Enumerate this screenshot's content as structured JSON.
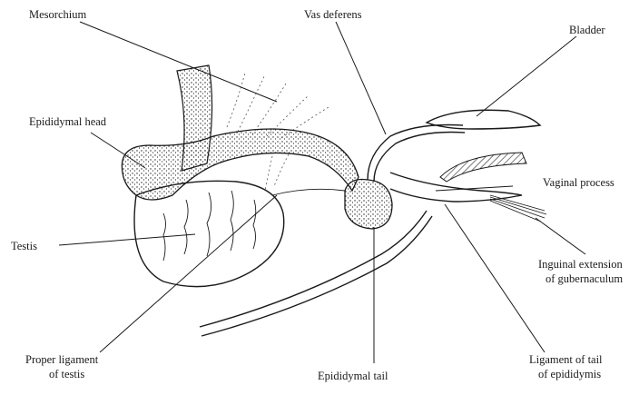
{
  "labels": {
    "mesorchium": "Mesorchium",
    "vas_deferens": "Vas deferens",
    "bladder": "Bladder",
    "epididymal_head": "Epididymal head",
    "vaginal_process": "Vaginal process",
    "testis": "Testis",
    "inguinal_extension_1": "Inguinal extension",
    "inguinal_extension_2": "of gubernaculum",
    "proper_ligament_1": "Proper ligament",
    "proper_ligament_2": "of testis",
    "epididymal_tail": "Epididymal tail",
    "ligament_tail_1": "Ligament of tail",
    "ligament_tail_2": "of epididymis"
  }
}
